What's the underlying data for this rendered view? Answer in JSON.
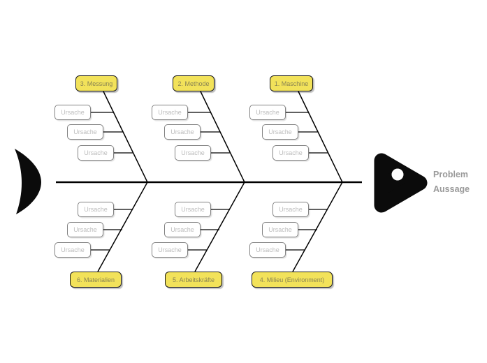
{
  "fishbone": {
    "head_label": {
      "line1": "Problem",
      "line2": "Aussage"
    },
    "cause_label": "Ursache",
    "top_branches": [
      {
        "label": "3. Messung"
      },
      {
        "label": "2. Methode"
      },
      {
        "label": "1. Maschine"
      }
    ],
    "bottom_branches": [
      {
        "label": "6. Materialien"
      },
      {
        "label": "5. Arbeitskräfte"
      },
      {
        "label": "4. Milieu (Environment)"
      }
    ],
    "causes_per_branch": 3,
    "colors": {
      "category_fill": "#F2E25A",
      "category_border": "#1A1A1A",
      "cause_fill": "#FFFFFF",
      "cause_border": "#828282",
      "cause_text": "#BCBCBC",
      "bone_line": "#000000",
      "head_tail_fill": "#0B0B0B",
      "head_label_text": "#9A9A9A"
    }
  }
}
